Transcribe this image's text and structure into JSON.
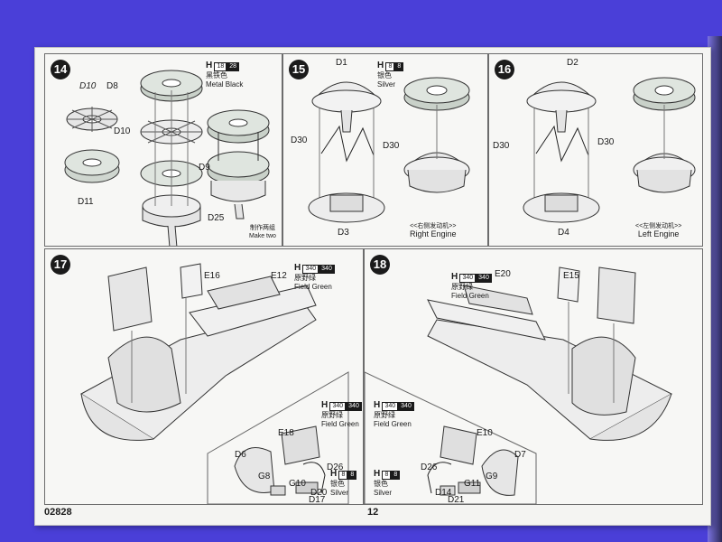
{
  "footer": {
    "code": "02828",
    "page_number": "12"
  },
  "steps": {
    "s14": {
      "number": "14",
      "parts": {
        "d10_top": "D10",
        "d8": "D8",
        "d10": "D10",
        "d9": "D9",
        "d11": "D11",
        "d25": "D25"
      },
      "paint": {
        "h": "H",
        "n1": "18",
        "n2": "28",
        "cn": "黑铁色",
        "en": "Metal  Black"
      },
      "note_cn": "制作两组",
      "note_en": "Make two"
    },
    "s15": {
      "number": "15",
      "parts": {
        "d1": "D1",
        "d30_l": "D30",
        "d30_r": "D30",
        "d3": "D3"
      },
      "paint": {
        "h": "H",
        "n1": "8",
        "n2": "8",
        "cn": "银色",
        "en": "Silver"
      },
      "caption_cn": "<<右侧发动机>>",
      "caption_en": "Right Engine"
    },
    "s16": {
      "number": "16",
      "parts": {
        "d2": "D2",
        "d30_l": "D30",
        "d30_r": "D30",
        "d4": "D4"
      },
      "caption_cn": "<<左侧发动机>>",
      "caption_en": "Left Engine"
    },
    "s17": {
      "number": "17",
      "parts": {
        "e16": "E16",
        "e12": "E12",
        "e18": "E18",
        "d6": "D6",
        "g8": "G8",
        "d26": "D26",
        "g10": "G10",
        "d20": "D20",
        "d17": "D17"
      },
      "paint_top": {
        "h": "H",
        "n1": "340",
        "n2": "340",
        "cn": "原野绿",
        "en": "Field Green"
      },
      "paint_mid": {
        "h": "H",
        "n1": "340",
        "n2": "340",
        "cn": "原野绿",
        "en": "Field Green"
      },
      "paint_low": {
        "h": "H",
        "n1": "8",
        "n2": "8",
        "cn": "银色",
        "en": "Silver"
      }
    },
    "s18": {
      "number": "18",
      "parts": {
        "e20": "E20",
        "e15": "E15",
        "e10": "E10",
        "d26": "D26",
        "g11": "G11",
        "g9": "G9",
        "d7": "D7",
        "d14": "D14",
        "d21": "D21"
      },
      "paint_top": {
        "h": "H",
        "n1": "340",
        "n2": "340",
        "cn": "原野绿",
        "en": "Field Green"
      },
      "paint_mid": {
        "h": "H",
        "n1": "340",
        "n2": "340",
        "cn": "原野绿",
        "en": "Field Green"
      },
      "paint_low": {
        "h": "H",
        "n1": "8",
        "n2": "8",
        "cn": "银色",
        "en": "Silver"
      }
    }
  }
}
